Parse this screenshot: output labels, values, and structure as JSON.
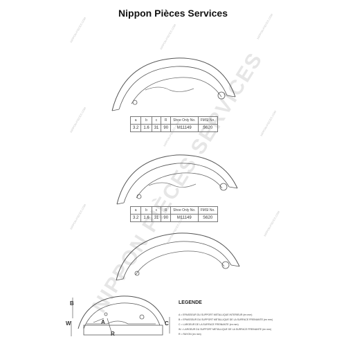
{
  "header": {
    "title": "Nippon Pièces Services"
  },
  "watermark": {
    "small": "NIPPON-PIECES.COM",
    "big": "NIPPON PIÈCES SERVICES"
  },
  "drawings": [
    {
      "table": {
        "headers": [
          "a",
          "b",
          "c",
          "R",
          "Shoe Only No.",
          "FMSI No."
        ],
        "values": [
          "3.2",
          "1.6",
          "31",
          "90",
          "M11149",
          "S620"
        ]
      }
    },
    {
      "table": {
        "headers": [
          "a",
          "b",
          "c",
          "R",
          "Shoe Only No.",
          "FMSI No."
        ],
        "values": [
          "3.2",
          "1.6",
          "31",
          "90",
          "M11149",
          "S620"
        ]
      }
    },
    {}
  ],
  "legend": {
    "title": "LEGENDE",
    "items": [
      "A = EPAISSEUR DU SUPPORT METALLIQUE INTERIEUR (en mm)",
      "B = EPAISSEUR DU SUPPORT METALLIQUE DE LA SURFACE FREINANTE (en mm)",
      "C = LARGEUR DE LA SURFACE FREINANTE (en mm)",
      "W = LARGEUR DU SUPPORT METALLIQUE DE LA SURFACE FREINANTE (en mm)",
      "R = RAYON (en mm)"
    ]
  },
  "diagram_labels": {
    "b": "B",
    "a": "A",
    "w": "W",
    "r": "R",
    "c": "C"
  }
}
